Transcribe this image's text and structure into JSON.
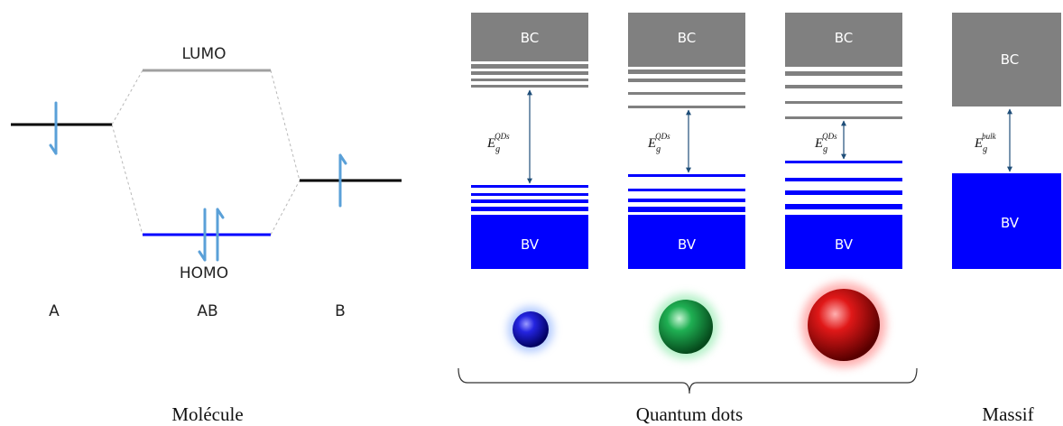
{
  "molecule": {
    "lumo_label": "LUMO",
    "homo_label": "HOMO",
    "atom_a_label": "A",
    "ab_label": "AB",
    "atom_b_label": "B",
    "caption": "Molécule"
  },
  "quantum_dots": {
    "panels": [
      {
        "bc_label": "BC",
        "bv_label": "BV",
        "gap_symbol": "E",
        "gap_sub": "g",
        "gap_sup": "QDs",
        "dot_color": "#1a1adc"
      },
      {
        "bc_label": "BC",
        "bv_label": "BV",
        "gap_symbol": "E",
        "gap_sub": "g",
        "gap_sup": "QDs",
        "dot_color": "#1aa34a"
      },
      {
        "bc_label": "BC",
        "bv_label": "BV",
        "gap_symbol": "E",
        "gap_sub": "g",
        "gap_sup": "QDs",
        "dot_color": "#d01010"
      }
    ],
    "caption": "Quantum dots"
  },
  "bulk": {
    "bc_label": "BC",
    "bv_label": "BV",
    "gap_symbol": "E",
    "gap_sub": "g",
    "gap_sup": "bulk",
    "caption": "Massif"
  },
  "colors": {
    "conduction_band": "#808080",
    "valence_band": "#0000ff",
    "atomic_level": "#000000",
    "electron_arrow": "#5aa0d8",
    "gap_arrow": "#1f4e79"
  }
}
